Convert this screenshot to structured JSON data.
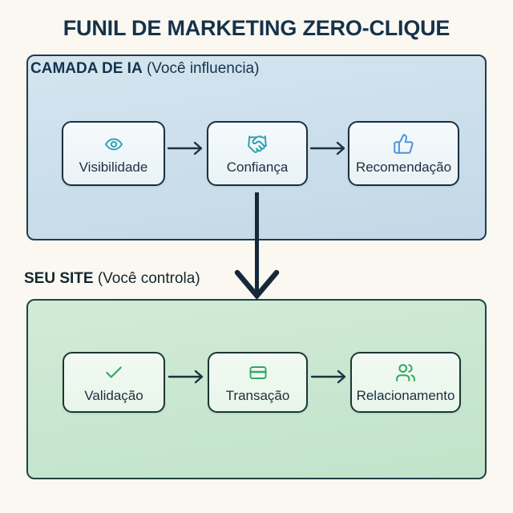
{
  "title": "FUNIL DE MARKETING ZERO-CLIQUE",
  "colors": {
    "background": "#faf8f1",
    "title_text": "#16324b",
    "ia_layer_bg": "#c9dde9",
    "ia_layer_border": "#1f3c52",
    "site_layer_bg": "#c9e7d0",
    "site_layer_border": "#214245",
    "node_ia_bg": "#eef6f9",
    "node_site_bg": "#eef8f0",
    "node_border": "#1b2f42",
    "arrow": "#1d3140",
    "teal_icon": "#2a9fae",
    "blue_icon": "#4f94da",
    "green_icon": "#31a962"
  },
  "layers": [
    {
      "title_bold": "CAMADA DE IA",
      "title_note": "(Você influencia)",
      "nodes": [
        {
          "label": "Visibilidade",
          "icon": "eye-icon"
        },
        {
          "label": "Confiança",
          "icon": "handshake-icon"
        },
        {
          "label": "Recomendação",
          "icon": "thumbs-up-icon"
        }
      ]
    },
    {
      "title_bold": "SEU SITE",
      "title_note": "(Você controla)",
      "nodes": [
        {
          "label": "Validação",
          "icon": "check-icon"
        },
        {
          "label": "Transação",
          "icon": "credit-card-icon"
        },
        {
          "label": "Relacionamento",
          "icon": "people-icon"
        }
      ]
    }
  ]
}
